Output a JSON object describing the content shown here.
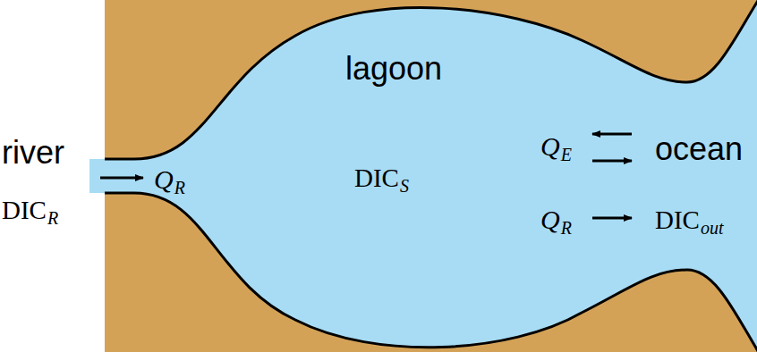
{
  "diagram": {
    "nodes": [
      {
        "text": [
          "lagoon"
        ]
      }
    ],
    "labels": [
      "river",
      "DIC",
      "R",
      "Q",
      "R",
      "DIC",
      "S",
      "Q",
      "E",
      "Q",
      "R",
      "ocean",
      "DIC",
      "out"
    ]
  }
}
